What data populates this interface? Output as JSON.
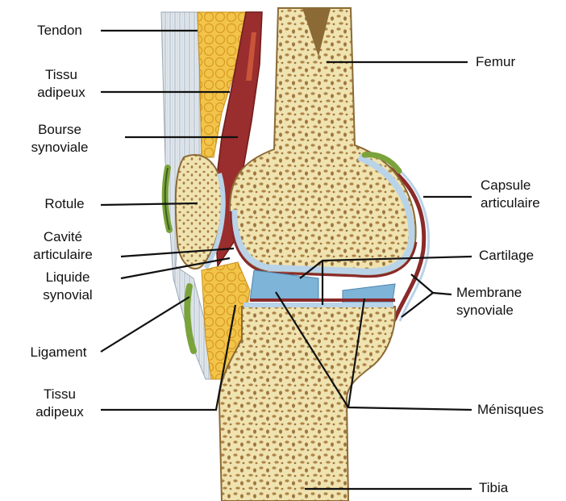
{
  "labels": {
    "tendon": "Tendon",
    "tissu_adipeux_top": [
      "Tissu",
      "adipeux"
    ],
    "bourse_synoviale": [
      "Bourse",
      "synoviale"
    ],
    "rotule": "Rotule",
    "cavite_articulaire": [
      "Cavité",
      "articulaire"
    ],
    "liquide_synovial": [
      "Liquide",
      "synovial"
    ],
    "ligament": "Ligament",
    "tissu_adipeux_bottom": [
      "Tissu",
      "adipeux"
    ],
    "femur": "Femur",
    "capsule_articulaire": [
      "Capsule",
      "articulaire"
    ],
    "cartilage": "Cartilage",
    "membrane_synoviale": [
      "Membrane",
      "synoviale"
    ],
    "menisques": "Ménisques",
    "tibia": "Tibia"
  },
  "colors": {
    "bone": "#efe3b0",
    "bone_pore": "#a0763f",
    "cartilage": "#b9d3e8",
    "capsule": "#8a2a2a",
    "fat": "#f2c44a",
    "tendon": "#dfe6ec",
    "ligament": "#7aa33c",
    "synovial_fluid": "#7db4d8",
    "leader_line": "#111111"
  }
}
